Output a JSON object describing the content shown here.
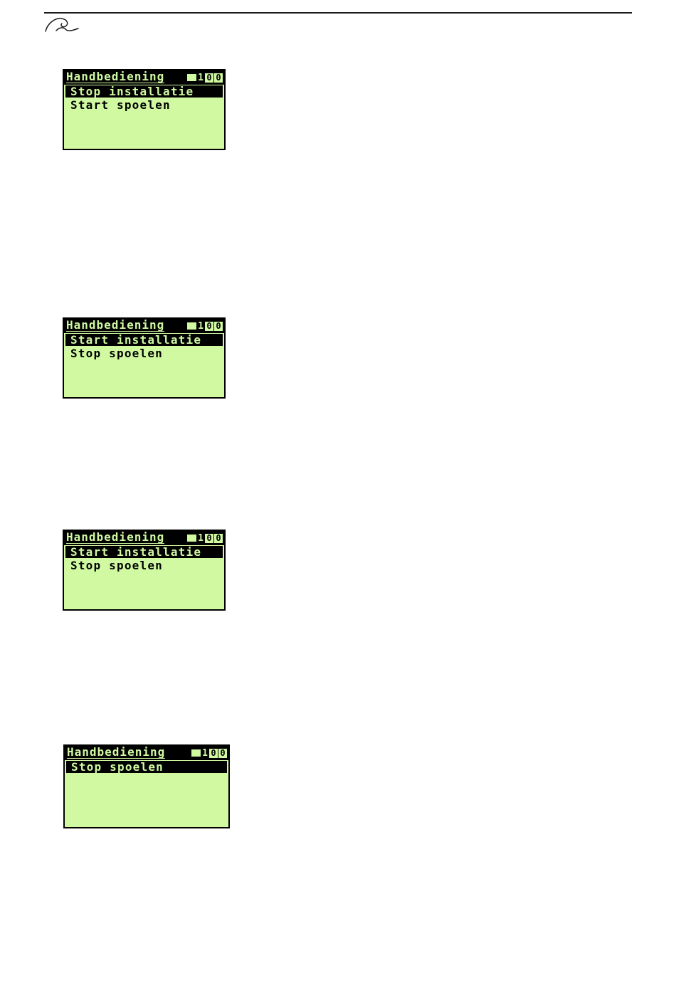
{
  "colors": {
    "lcd_screen_green": "#d0f9a2",
    "lcd_ink_black": "#000000",
    "rule_black": "#1a1a1a"
  },
  "header": {
    "logo_icon": "wave-logo"
  },
  "lcd": {
    "panels": [
      {
        "title": "Handbediening",
        "meter": {
          "value": "100",
          "lead": "1",
          "d1": "0",
          "d2": "0"
        },
        "items": [
          {
            "label": "Stop installatie",
            "selected": true
          },
          {
            "label": "Start spoelen",
            "selected": false
          }
        ]
      },
      {
        "title": "Handbediening",
        "meter": {
          "value": "100",
          "lead": "1",
          "d1": "0",
          "d2": "0"
        },
        "items": [
          {
            "label": "Start installatie",
            "selected": true
          },
          {
            "label": "Stop spoelen",
            "selected": false
          }
        ]
      },
      {
        "title": "Handbediening",
        "meter": {
          "value": "100",
          "lead": "1",
          "d1": "0",
          "d2": "0"
        },
        "items": [
          {
            "label": "Start installatie",
            "selected": true
          },
          {
            "label": "Stop spoelen",
            "selected": false
          }
        ]
      },
      {
        "title": "Handbediening",
        "meter": {
          "value": "100",
          "lead": "1",
          "d1": "0",
          "d2": "0"
        },
        "items": [
          {
            "label": "Stop spoelen",
            "selected": true
          }
        ]
      }
    ]
  }
}
